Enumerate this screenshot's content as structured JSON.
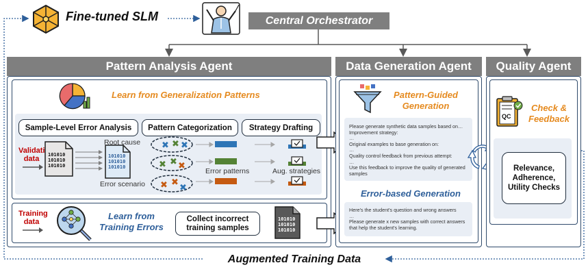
{
  "top": {
    "slm_label": "Fine-tuned SLM",
    "orchestrator": "Central Orchestrator",
    "bottom_label": "Augmented Training Data"
  },
  "pattern_agent": {
    "title": "Pattern Analysis Agent",
    "learn_patterns": "Learn from Generalization Patterns",
    "steps": [
      "Sample-Level Error Analysis",
      "Pattern Categorization",
      "Strategy Drafting"
    ],
    "validation_label": "Validation data",
    "root_cause": "Root cause",
    "error_scenario": "Error scenario",
    "error_patterns": "Error patterns",
    "aug_strategies": "Aug. strategies",
    "training_label": "Training data",
    "learn_errors": "Learn from Training Errors",
    "collect": "Collect incorrect training samples",
    "pattern_colors": [
      "#2e75b6",
      "#548235",
      "#c55a11"
    ]
  },
  "data_agent": {
    "title": "Data Generation Agent",
    "pattern_guided": "Pattern-Guided Generation",
    "prompt_lines": [
      "Please generate synthetic data samples based on…",
      "Improvement strategy:",
      "…",
      "Original examples to base generation on:",
      "…",
      "Quality control feedback from previous attempt:",
      "…",
      "Use this feedback to improve the quality of generated samples"
    ],
    "error_based": "Error-based Generation",
    "error_prompt_lines": [
      "Here's the student's question and wrong answers",
      "…",
      "Please generate x new samples with correct answers that help the student's learning."
    ]
  },
  "quality_agent": {
    "title": "Quality Agent",
    "check": "Check & Feedback",
    "qc_badge": "QC",
    "checks": "Relevance, Adherence, Utility Checks"
  },
  "binary_text": "101010"
}
